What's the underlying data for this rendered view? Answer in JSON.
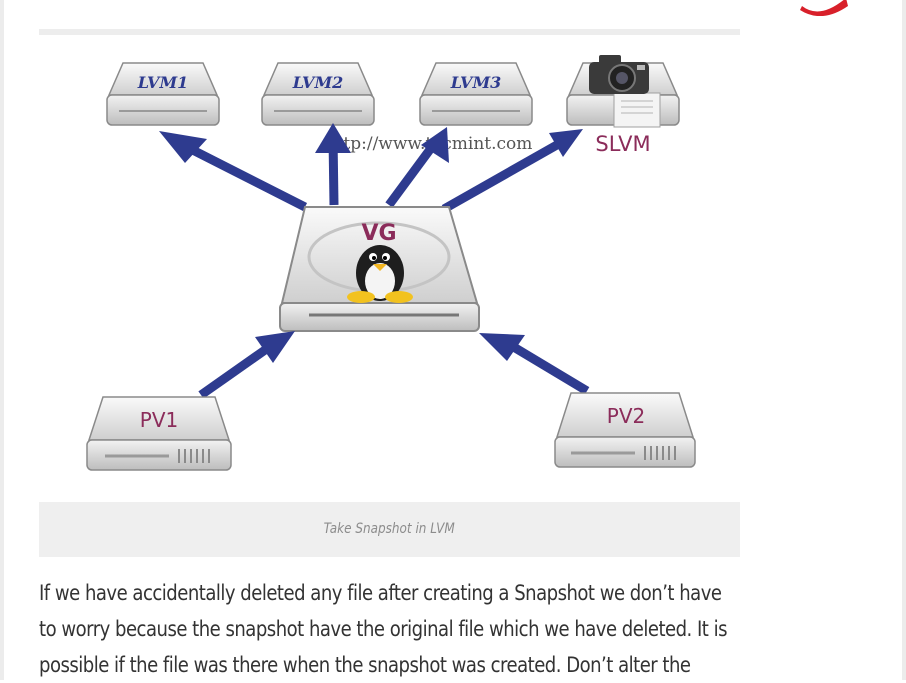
{
  "figure": {
    "watermark": "http://www.tecmint.com",
    "labels": {
      "lvm1": "LVM1",
      "lvm2": "LVM2",
      "lvm3": "LVM3",
      "slvm": "SLVM",
      "vg": "VG",
      "pv1": "PV1",
      "pv2": "PV2"
    },
    "colors": {
      "arrow": "#2e3b8f",
      "label": "#8b2c5a",
      "disk_body": "#d8d8d8",
      "disk_top": "#eeeeee"
    }
  },
  "caption": "Take Snapshot in LVM",
  "body_lines": [
    "If we have accidentally deleted any file after creating a Snapshot we don’t have",
    "to worry because the snapshot have the original file which we have deleted. It is",
    "possible if the file was there when the snapshot was created. Don’t alter the"
  ]
}
